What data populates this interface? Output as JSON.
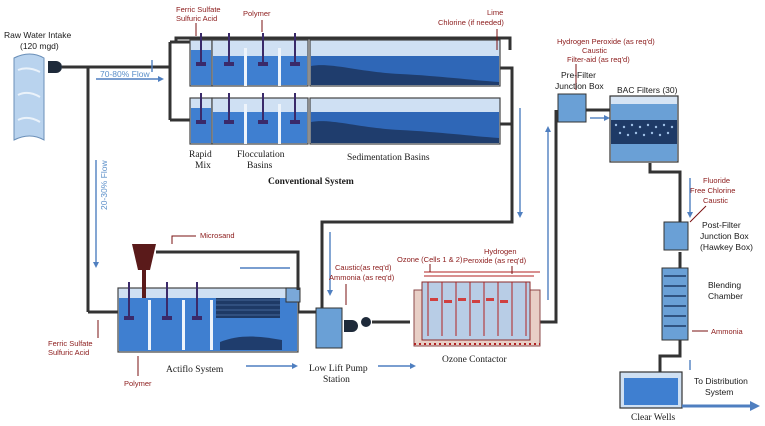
{
  "labels": {
    "raw_intake": [
      "Raw Water Intake",
      "(120 mgd)"
    ],
    "flow_main": "70-80% Flow",
    "flow_side": "20-30% Flow",
    "ferric_top": [
      "Ferric Sulfate",
      "Sulfuric Acid"
    ],
    "polymer_top": "Polymer",
    "lime": [
      "Lime",
      "Chlorine (if needed)"
    ],
    "rapid_mix": [
      "Rapid",
      "Mix"
    ],
    "flocculation": [
      "Flocculation",
      "Basins"
    ],
    "sedimentation": "Sedimentation Basins",
    "conventional": "Conventional System",
    "microsand": "Microsand",
    "ferric_bottom": [
      "Ferric Sulfate",
      "Sulfuric Acid"
    ],
    "polymer_bottom": "Polymer",
    "actiflo": "Actiflo System",
    "caustic_ammonia": [
      "Caustic(as req'd)",
      "Ammonia (as req'd)"
    ],
    "low_lift": [
      "Low Lift Pump",
      "Station"
    ],
    "ozone_cells": "Ozone (Cells 1 & 2)",
    "hydrogen_peroxide": [
      "Hydrogen",
      "Peroxide (as req'd)"
    ],
    "ozone_contactor": "Ozone Contactor",
    "prefilter_chem": [
      "Hydrogen Peroxide (as req'd)",
      "Caustic",
      "Filter-aid (as req'd)"
    ],
    "prefilter_box": [
      "Pre-Filter",
      "Junction Box"
    ],
    "bac_filters": "BAC Filters (30)",
    "postfilter_chem": [
      "Fluoride",
      "Free Chlorine",
      "Caustic"
    ],
    "postfilter_box": [
      "Post-Filter",
      "Junction Box",
      "(Hawkey Box)"
    ],
    "blending": [
      "Blending",
      "Chamber"
    ],
    "ammonia": "Ammonia",
    "distribution": [
      "To Distribution",
      "System"
    ],
    "clear_wells": "Clear Wells"
  },
  "colors": {
    "pipe": "#333333",
    "flow_arrow": "#4f7fc0",
    "chemical_text": "#8b1a1a",
    "tank_fill": "#cfe0f3",
    "water": "#3f7fd0"
  }
}
